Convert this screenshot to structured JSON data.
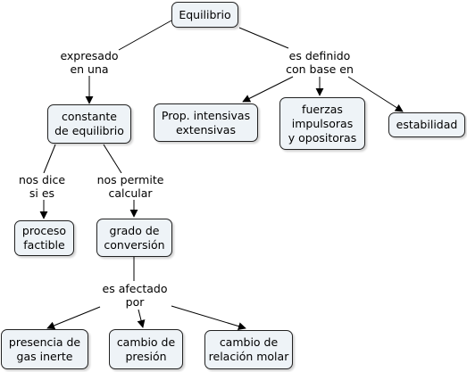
{
  "concepts": {
    "equilibrio": "Equilibrio",
    "constante": "constante\nde equilibrio",
    "prop": "Prop. intensivas\nextensivas",
    "fuerzas": "fuerzas\nimpulsoras\ny opositoras",
    "estabilidad": "estabilidad",
    "proceso": "proceso\nfactible",
    "grado": "grado de\nconversión",
    "presencia": "presencia de\ngas inerte",
    "presion": "cambio de\npresión",
    "relacion": "cambio de\nrelación molar"
  },
  "links": {
    "expresado": "expresado\nen una",
    "definido": "es definido\ncon base en",
    "nos_dice": "nos dice\nsi es",
    "permite": "nos permite\ncalcular",
    "afectado": "es afectado\npor"
  },
  "colors": {
    "node_fill": "#eef3f7",
    "node_border": "#222222",
    "line": "#000000"
  }
}
